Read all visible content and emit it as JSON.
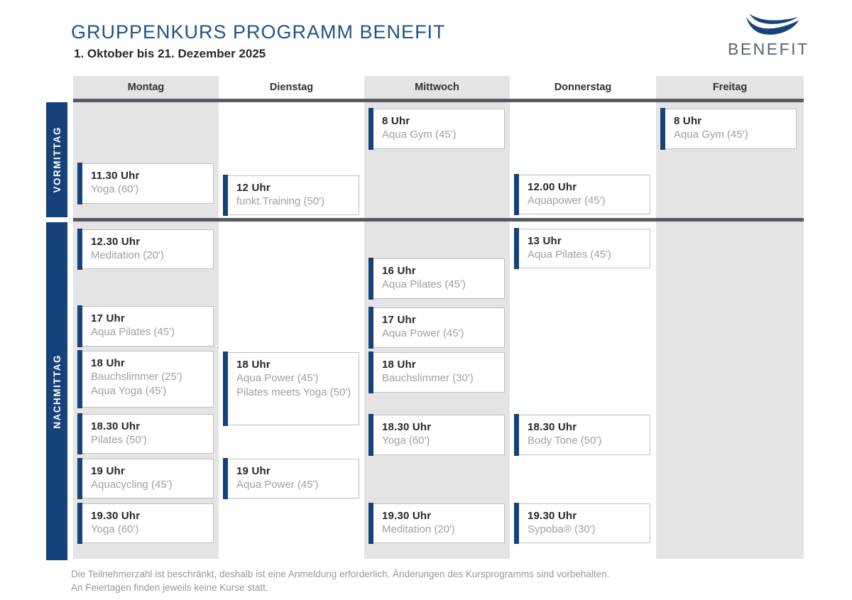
{
  "header": {
    "title": "GRUPPENKURS PROGRAMM BENEFIT",
    "subtitle": "1. Oktober bis 21. Dezember 2025",
    "logo_text": "BENEFIT",
    "logo_icon": "wave-swoosh-icon"
  },
  "colors": {
    "navy": "#16427b",
    "title_blue": "#1f5486",
    "column_gray": "#e4e4e4",
    "divider_dark": "#565b61",
    "card_border": "#bcbfc2",
    "time_text": "#23272e",
    "course_text": "#9ca0a4",
    "footer_text": "#95999c",
    "logo_gray": "#5a646e"
  },
  "days": [
    "Montag",
    "Dienstag",
    "Mittwoch",
    "Donnerstag",
    "Freitag"
  ],
  "sections": [
    "VORMITTAG",
    "NACHMITTAG"
  ],
  "schedule": {
    "vormittag": {
      "montag": [
        {
          "time": "11.30 Uhr",
          "courses": [
            "Yoga (60')"
          ]
        }
      ],
      "dienstag": [
        {
          "time": "12 Uhr",
          "courses": [
            "funkt.Training (50')"
          ]
        }
      ],
      "mittwoch": [
        {
          "time": "8 Uhr",
          "courses": [
            "Aqua Gym (45')"
          ]
        }
      ],
      "donnerstag": [
        {
          "time": "12.00 Uhr",
          "courses": [
            "Aquapower (45')"
          ]
        }
      ],
      "freitag": [
        {
          "time": "8 Uhr",
          "courses": [
            "Aqua Gym (45')"
          ]
        }
      ]
    },
    "nachmittag": {
      "montag": [
        {
          "time": "12.30 Uhr",
          "courses": [
            "Meditation (20')"
          ]
        },
        {
          "time": "17 Uhr",
          "courses": [
            "Aqua Pilates (45')"
          ]
        },
        {
          "time": "18 Uhr",
          "courses": [
            "Bauchslimmer (25')",
            "Aqua Yoga (45')"
          ]
        },
        {
          "time": "18.30 Uhr",
          "courses": [
            "Pilates (50')"
          ]
        },
        {
          "time": "19 Uhr",
          "courses": [
            "Aquacycling (45')"
          ]
        },
        {
          "time": "19.30 Uhr",
          "courses": [
            "Yoga (60')"
          ]
        }
      ],
      "dienstag": [
        {
          "time": "18 Uhr",
          "courses": [
            "Aqua Power (45')",
            "Pilates meets Yoga (50')"
          ]
        },
        {
          "time": "19 Uhr",
          "courses": [
            "Aqua Power (45')"
          ]
        }
      ],
      "mittwoch": [
        {
          "time": "16 Uhr",
          "courses": [
            "Aqua Pilates (45')"
          ]
        },
        {
          "time": "17 Uhr",
          "courses": [
            "Aqua Power (45')"
          ]
        },
        {
          "time": "18 Uhr",
          "courses": [
            "Bauchslimmer (30')"
          ]
        },
        {
          "time": "18.30 Uhr",
          "courses": [
            "Yoga (60')"
          ]
        },
        {
          "time": "19.30 Uhr",
          "courses": [
            "Meditation (20')"
          ]
        }
      ],
      "donnerstag": [
        {
          "time": "13 Uhr",
          "courses": [
            "Aqua Pilates (45')"
          ]
        },
        {
          "time": "18.30 Uhr",
          "courses": [
            "Body Tone (50')"
          ]
        },
        {
          "time": "19.30 Uhr",
          "courses": [
            "Sypoba® (30')"
          ]
        }
      ],
      "freitag": []
    }
  },
  "footer": {
    "line1": "Die Teilnehmerzahl ist beschränkt, deshalb ist eine Anmeldung erforderlich. Änderungen des Kursprogramms sind vorbehalten.",
    "line2": "An Feiertagen finden jeweils keine Kurse statt."
  }
}
